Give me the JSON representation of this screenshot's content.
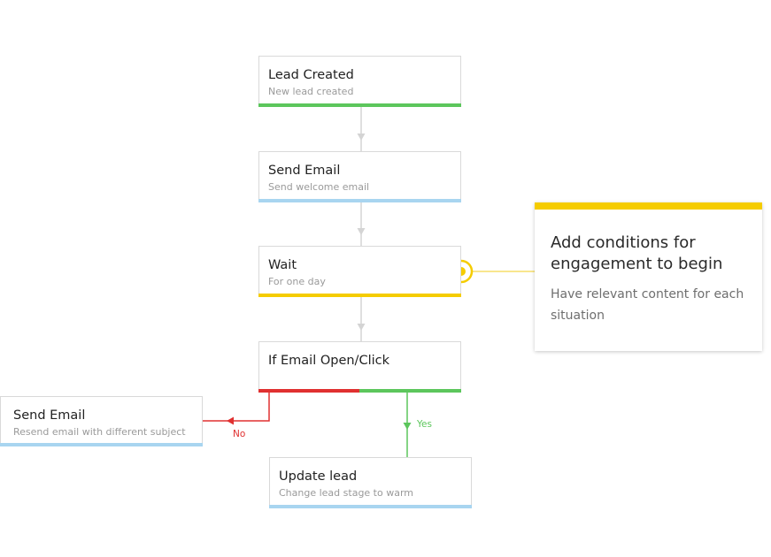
{
  "colors": {
    "connector": "#d4d4d4",
    "trigger_green": "#5cc65c",
    "action_blue": "#a8d5f0",
    "wait_yellow": "#f5cc00",
    "no_red": "#e03030",
    "yes_green": "#5cc65c"
  },
  "nodes": {
    "lead_created": {
      "title": "Lead Created",
      "subtitle": "New lead created",
      "accent": "#5cc65c"
    },
    "send_email": {
      "title": "Send Email",
      "subtitle": "Send welcome email",
      "accent": "#a8d5f0"
    },
    "wait": {
      "title": "Wait",
      "subtitle": "For one day",
      "accent": "#f5cc00"
    },
    "if_email": {
      "title": "If Email Open/Click",
      "accent_no": "#e03030",
      "accent_yes": "#5cc65c"
    },
    "resend_email": {
      "title": "Send Email",
      "subtitle": "Resend email with different subject",
      "accent": "#a8d5f0"
    },
    "update_lead": {
      "title": "Update lead",
      "subtitle": "Change lead stage to warm",
      "accent": "#a8d5f0"
    }
  },
  "branches": {
    "no_label": "No",
    "yes_label": "Yes"
  },
  "callout": {
    "title": "Add conditions for engagement to begin",
    "body": "Have relevant content for each situation",
    "accent": "#f5cc00",
    "marker_icon": "target-ring-icon"
  }
}
